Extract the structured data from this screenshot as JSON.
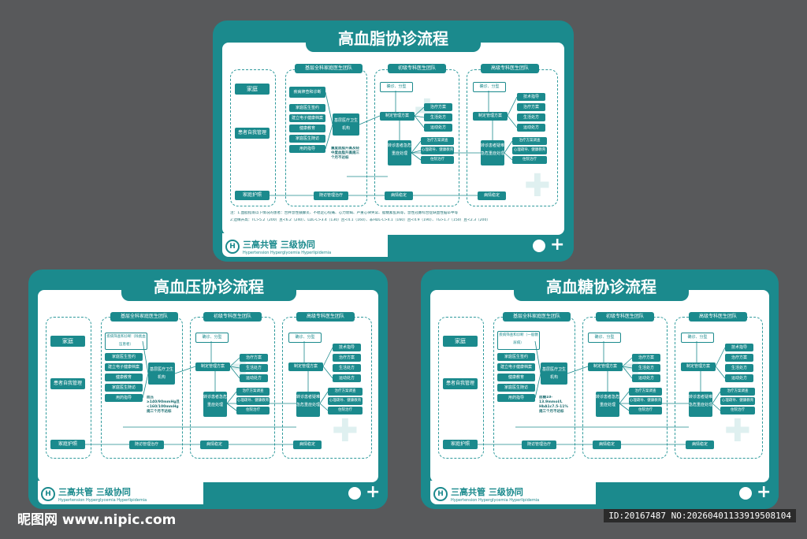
{
  "colors": {
    "teal": "#1b8a8d",
    "background": "#58595b",
    "white": "#ffffff"
  },
  "boards": {
    "lipid": {
      "title": "高血脂协诊流程",
      "col1": {
        "items": [
          "家庭",
          "患者自我管理",
          "家庭护照"
        ]
      },
      "col2": {
        "header": "基层全科家庭医生团队",
        "screening": "疾病筛查和诊断",
        "items": [
          "家庭医生签约",
          "建立电子健康档案",
          "健康教育",
          "家庭医生随访",
          "用药指导"
        ],
        "center": "基层医疗卫生机构",
        "criteria": "重度血脂升高及轻中度血脂升高规三个月不达标"
      },
      "col3": {
        "header": "初级专科医生团队",
        "diag": "确诊、分型",
        "plan": "制定管理方案",
        "opts": [
          "治疗方案",
          "生活处方",
          "运动处方"
        ],
        "refer": "转诊患者急危重症处理",
        "sub": [
          "治疗方案调查",
          "心理疏导、健康教育",
          "住院治疗"
        ]
      },
      "col4": {
        "header": "高级专科医生团队",
        "diag": "确诊、分型",
        "plan": "制定管理方案",
        "opts": [
          "技术指导",
          "治疗方案",
          "生活处方",
          "运动处方"
        ],
        "refer": "转诊患者疑难急危重症处理",
        "sub": [
          "治疗方案调查",
          "心理疏导、健康教育",
          "住院治疗"
        ]
      },
      "bottom": {
        "follow": "随访管理治疗",
        "stable1": "病情稳定",
        "stable2": "病情稳定"
      },
      "notes": {
        "line1": "注：1.血脂指南以下情况的患者：合并急性胰腺炎、不稳定心绞痛、心力衰竭、严重心律失常、脂糖紊乱病等，急性冠脉综合症缺血性脑卒中等",
        "line2": "2.边缘升高：TC>5.2（200）且<6.2（240）、LDL-C>3.4（130）且<4.1（160）、非HDL-C>4.1（160）且<4.9（190）、TG>1.7（150）且<2.3（200）"
      },
      "logo": {
        "title": "三高共管 三级协同",
        "sub": "Hypertension Hyperglycemia Hyperlipidemia"
      }
    },
    "pressure": {
      "title": "高血压协诊流程",
      "col1": {
        "items": [
          "家庭",
          "患者自我管理",
          "家庭护照"
        ]
      },
      "col2": {
        "header": "基层全科家庭医生团队",
        "screening": "疾病筛查和诊断（除类血压患者）",
        "items": [
          "家庭医生签约",
          "建立电子健康档案",
          "健康教育",
          "家庭医生随访",
          "用药指导"
        ],
        "center": "基层医疗卫生机构",
        "criteria": "血压≥140/90mmHg且<160/100mmHg规三个月不达标"
      },
      "col3": {
        "header": "初级专科医生团队",
        "diag": "确诊、分型",
        "plan": "制定管理方案",
        "opts": [
          "治疗方案",
          "生活处方",
          "运动处方"
        ],
        "refer": "转诊患者急危重症处理",
        "sub": [
          "治疗方案调查",
          "心理疏导、健康教育",
          "住院治疗"
        ]
      },
      "col4": {
        "header": "高级专科医生团队",
        "diag": "确诊、分型",
        "plan": "制定管理方案",
        "opts": [
          "技术指导",
          "治疗方案",
          "生活处方",
          "运动处方"
        ],
        "refer": "转诊患者疑难急危重症处理",
        "sub": [
          "治疗方案调查",
          "心理疏导、健康教育",
          "住院治疗"
        ]
      },
      "bottom": {
        "follow": "随访管理治疗",
        "stable1": "病情稳定",
        "stable2": "病情稳定"
      },
      "logo": {
        "title": "三高共管 三级协同",
        "sub": "Hypertension Hyperglycemia Hyperlipidemia"
      }
    },
    "glucose": {
      "title": "高血糖协诊流程",
      "col1": {
        "items": [
          "家庭",
          "患者自我管理",
          "家庭护照"
        ]
      },
      "col2": {
        "header": "基层全科家庭医生团队",
        "screening": "疾病筛查和诊断（一般糖尿病）",
        "items": [
          "家庭医生签约",
          "建立电子健康档案",
          "健康教育",
          "家庭医生随访",
          "用药指导"
        ],
        "center": "基层医疗卫生机构",
        "criteria": "血糖10-13.9mmol/L HbA1c7.5-11% 规三个月不达标"
      },
      "col3": {
        "header": "初级专科医生团队",
        "diag": "确诊、分型",
        "plan": "制定管理方案",
        "opts": [
          "治疗方案",
          "生活处方",
          "运动处方"
        ],
        "refer": "转诊患者急危重症处理",
        "sub": [
          "治疗方案调查",
          "心理疏导、健康教育",
          "住院治疗"
        ]
      },
      "col4": {
        "header": "高级专科医生团队",
        "diag": "确诊、分型",
        "plan": "制定管理方案",
        "opts": [
          "技术指导",
          "治疗方案",
          "生活处方",
          "运动处方"
        ],
        "refer": "转诊患者疑难急危重症处理",
        "sub": [
          "治疗方案调查",
          "心理疏导、健康教育",
          "住院治疗"
        ]
      },
      "bottom": {
        "follow": "随访管理治疗",
        "stable1": "病情稳定",
        "stable2": "病情稳定"
      },
      "logo": {
        "title": "三高共管 三级协同",
        "sub": "Hypertension Hyperglycemia Hyperlipidemia"
      }
    }
  },
  "watermark": {
    "site": "昵图网 www.nipic.com",
    "id": "ID:20167487 NO:20260401133919508104"
  }
}
